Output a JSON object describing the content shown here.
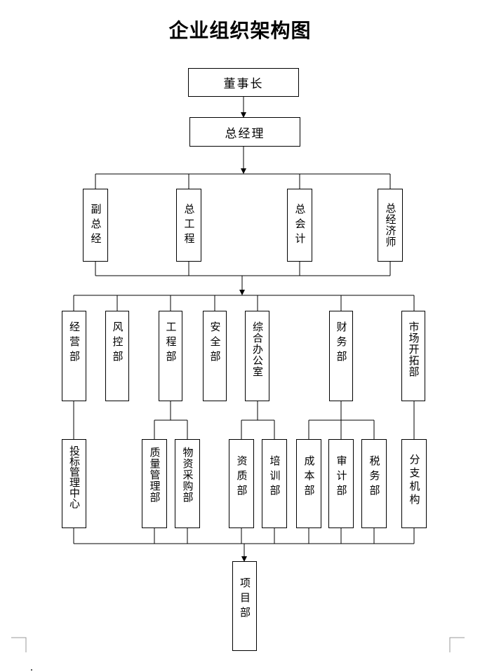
{
  "title": "企业组织架构图",
  "chairman": "董事长",
  "gm": "总经理",
  "deputies": [
    "副总经",
    "总工程",
    "总会计",
    "总经济师"
  ],
  "departments": [
    "经营部",
    "风控部",
    "工程部",
    "安全部",
    "综合办公室",
    "财务部",
    "市场开拓部"
  ],
  "sub_units": {
    "operations": [
      "投标管理中心"
    ],
    "engineering": [
      "质量管理部",
      "物资采购部"
    ],
    "general_office": [
      "资质部",
      "培训部"
    ],
    "finance": [
      "成本部",
      "审计部",
      "税务部"
    ],
    "market": [
      "分支机构"
    ]
  },
  "project": "项目部"
}
